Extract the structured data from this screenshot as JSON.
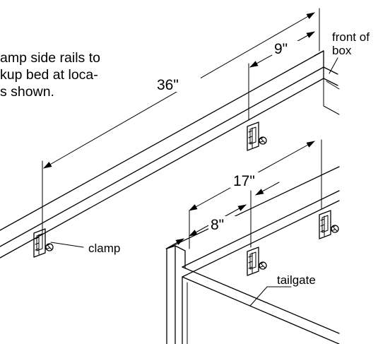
{
  "instruction": {
    "line1": "amp side rails to",
    "line2": "kup bed at loca-",
    "line3": "s shown."
  },
  "dimensions": {
    "overall": "36\"",
    "front_offset": "9\"",
    "rear_span": "17\"",
    "rear_offset": "8\""
  },
  "labels": {
    "front_line1": "front of",
    "front_line2": "box",
    "clamp": "clamp",
    "tailgate": "tailgate"
  },
  "colors": {
    "ink": "#000000",
    "background": "#ffffff"
  }
}
